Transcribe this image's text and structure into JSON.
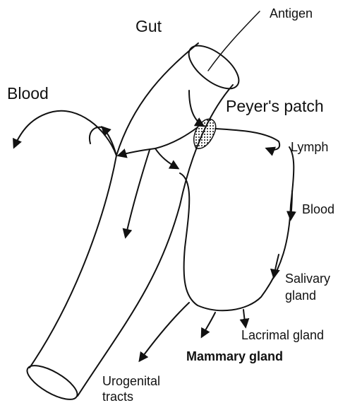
{
  "labels": {
    "gut": "Gut",
    "antigen": "Antigen",
    "blood_left": "Blood",
    "peyers_patch": "Peyer's patch",
    "lymph": "Lymph",
    "blood_right": "Blood",
    "salivary_line1": "Salivary",
    "salivary_line2": "gland",
    "lacrimal": "Lacrimal gland",
    "mammary": "Mammary gland",
    "urogenital_line1": "Urogenital",
    "urogenital_line2": "tracts"
  }
}
